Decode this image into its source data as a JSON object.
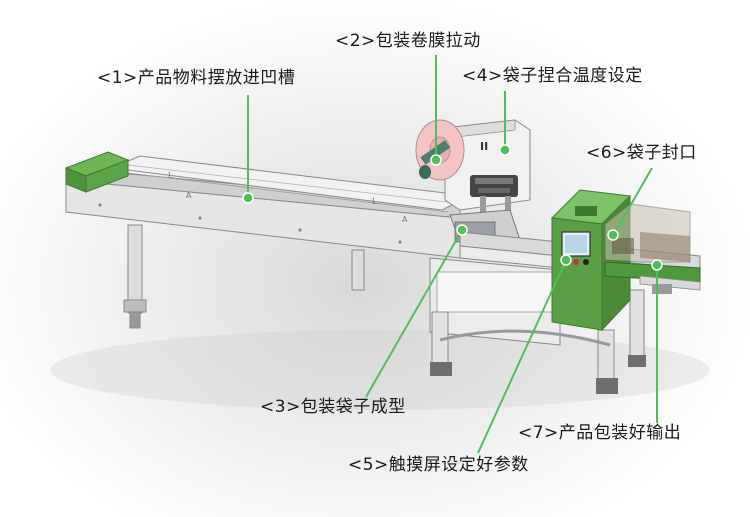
{
  "labels": {
    "l1": "<1>产品物料摆放进凹槽",
    "l2": "<2>包装卷膜拉动",
    "l3": "<3>包装袋子成型",
    "l4": "<4>袋子捏合温度设定",
    "l5": "<5>触摸屏设定好参数",
    "l6": "<6>袋子封口",
    "l7": "<7>产品包装好输出"
  },
  "colors": {
    "callout": "#4fbf5a",
    "machine_green": "#5a9e45",
    "film_roll": "#f2c4c4"
  }
}
